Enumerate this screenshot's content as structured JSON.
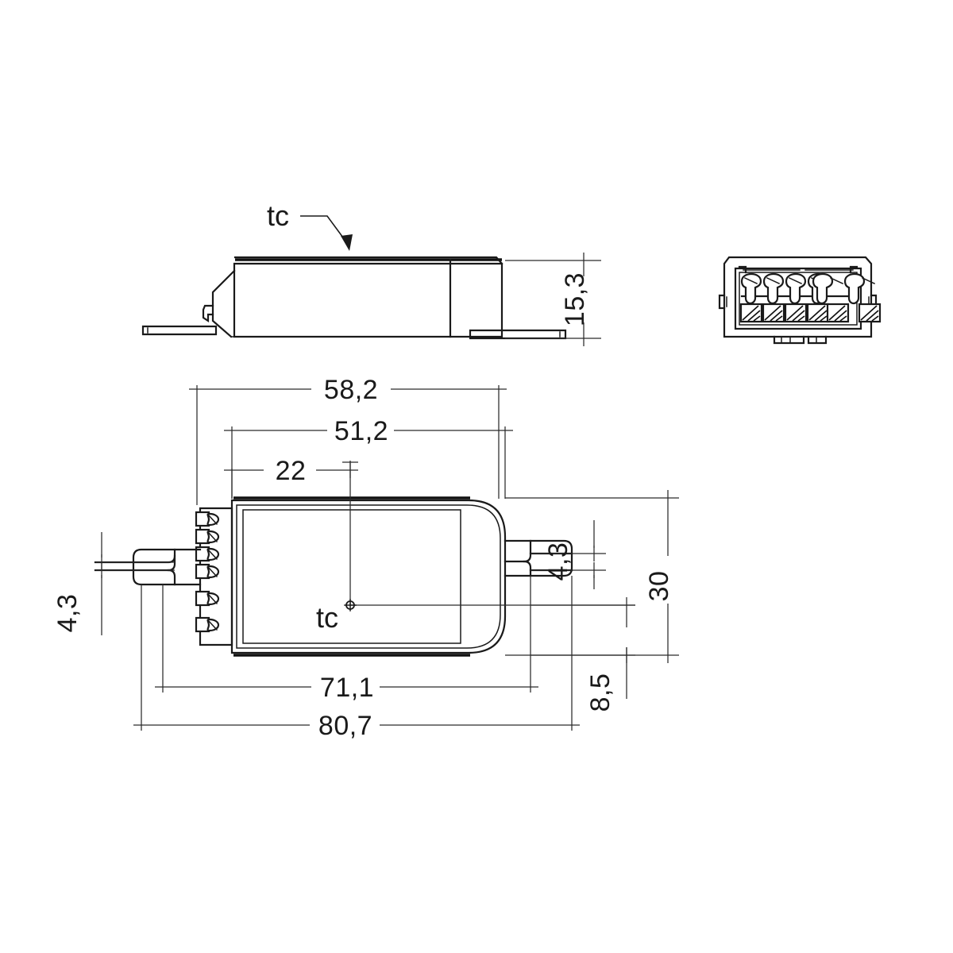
{
  "drawing": {
    "title": "Dimensional drawing - LED driver / control gear housing",
    "units": "mm",
    "decimal_separator": ",",
    "background_color": "#ffffff",
    "line_color": "#1a1a1a",
    "dimension_color": "#2b2b2b"
  },
  "views": {
    "side_view": {
      "name": "side-elevation-view",
      "labels": {
        "tc_label": "tc",
        "height_dimension": "15,3"
      }
    },
    "end_view": {
      "name": "terminal-end-view",
      "terminal_count": 6,
      "terminal_group_a": 4,
      "terminal_group_b": 2
    },
    "top_view": {
      "name": "top-plan-view",
      "labels": {
        "tc_label": "tc"
      },
      "dimensions": {
        "overall_length": "80,7",
        "mounting_hole_span": "71,1",
        "body_length": "58,2",
        "inner_length": "51,2",
        "offset_22": "22",
        "width_30": "30",
        "slot_width_left": "4,3",
        "slot_width_right": "4,3",
        "edge_offset": "8,5"
      }
    }
  },
  "dimension_list": [
    {
      "value": "15,3",
      "orientation": "vertical",
      "view": "side"
    },
    {
      "value": "58,2",
      "orientation": "horizontal",
      "view": "top"
    },
    {
      "value": "51,2",
      "orientation": "horizontal",
      "view": "top"
    },
    {
      "value": "22",
      "orientation": "horizontal",
      "view": "top"
    },
    {
      "value": "4,3",
      "orientation": "vertical",
      "view": "top-left"
    },
    {
      "value": "4,3",
      "orientation": "vertical",
      "view": "top-right"
    },
    {
      "value": "30",
      "orientation": "vertical",
      "view": "top"
    },
    {
      "value": "8,5",
      "orientation": "vertical",
      "view": "top"
    },
    {
      "value": "71,1",
      "orientation": "horizontal",
      "view": "top"
    },
    {
      "value": "80,7",
      "orientation": "horizontal",
      "view": "top"
    }
  ]
}
